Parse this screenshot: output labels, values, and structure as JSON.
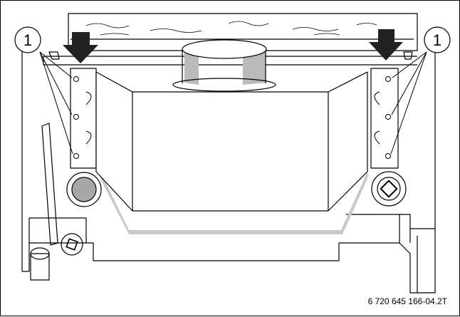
{
  "callouts": [
    "1",
    "1"
  ],
  "figure_code": "6 720 645 166-04.2T",
  "colors": {
    "line": "#000000",
    "background": "#ffffff",
    "cylinder_shade": "#bbbbbb",
    "shadow_band": "#c9c9c9",
    "round_plug": "#a8a8a8",
    "arrow": "#222222"
  }
}
